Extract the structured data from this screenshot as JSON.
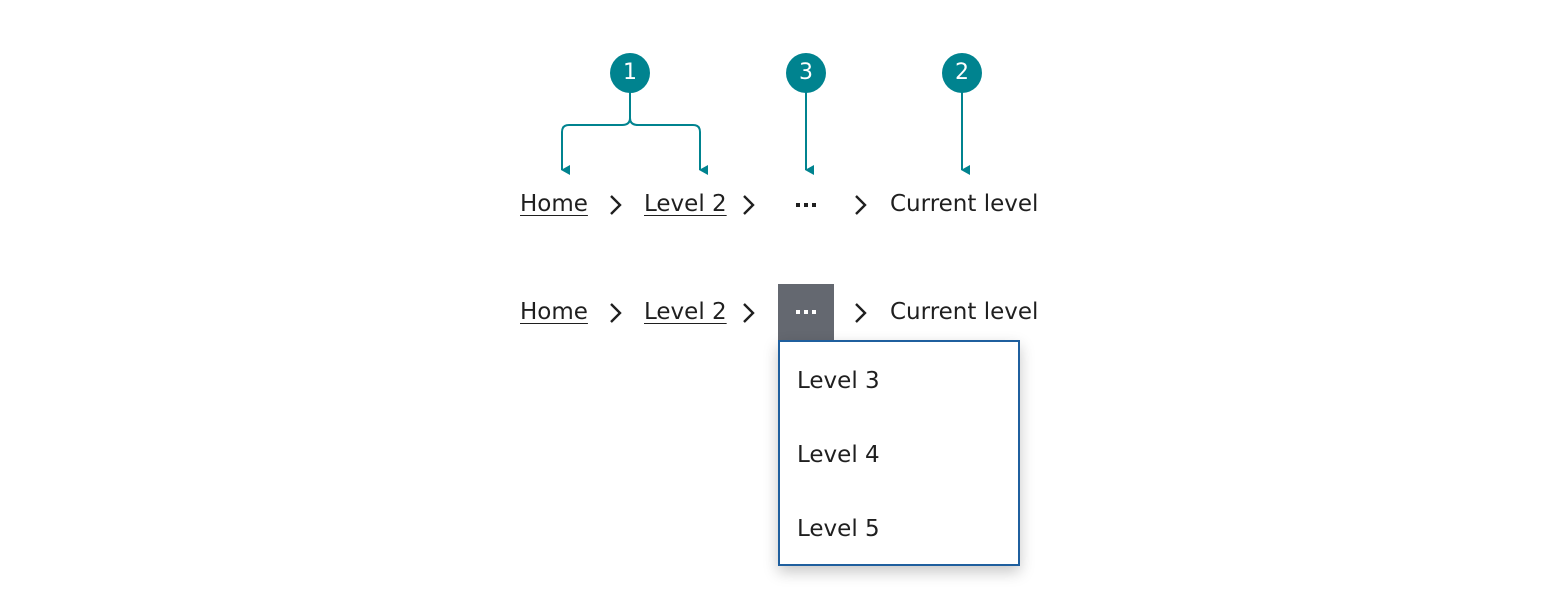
{
  "annotations": {
    "markers": [
      "1",
      "3",
      "2"
    ],
    "color": "#00838f"
  },
  "breadcrumb_collapsed": {
    "home": "Home",
    "level2": "Level 2",
    "current": "Current level"
  },
  "breadcrumb_expanded": {
    "home": "Home",
    "level2": "Level 2",
    "current": "Current level",
    "overflow_button_color": "#646870",
    "menu_items": [
      "Level 3",
      "Level 4",
      "Level 5"
    ],
    "menu_border_color": "#1f5f9e"
  },
  "icons": {
    "separator": "chevron-right-icon",
    "overflow": "more-horizontal-icon"
  }
}
